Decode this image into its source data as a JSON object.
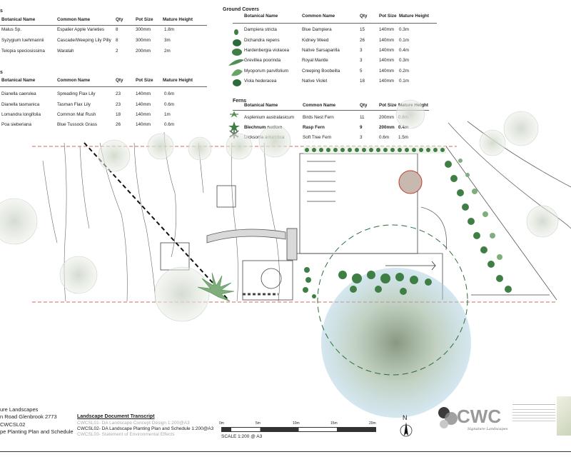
{
  "trees": {
    "title": "s",
    "headers": [
      "Botanical Name",
      "Common Name",
      "Qty",
      "Pot Size",
      "Mature Height"
    ],
    "rows": [
      [
        "Malus Sp.",
        "Espalier Apple Varieties",
        "8",
        "300mm",
        "1.8m"
      ],
      [
        "Syzygium luehmannii",
        "Cascade/Weeping Lily Pilly",
        "8",
        "300mm",
        "3m"
      ],
      [
        "Telopia speciosissima",
        "Waratah",
        "2",
        "200mm",
        "2m"
      ]
    ]
  },
  "grasses": {
    "title": "s",
    "headers": [
      "Botanical Name",
      "Common Name",
      "Qty",
      "Pot Size",
      "Mature Height"
    ],
    "rows": [
      [
        "Dianella caerulea",
        "Spreading Flax Lily",
        "23",
        "140mm",
        "0.6m"
      ],
      [
        "Dianella tasmanica",
        "Tasman Flax Lily",
        "23",
        "140mm",
        "0.6m"
      ],
      [
        "Lomandra longifolia",
        "Common Mat Rush",
        "18",
        "140mm",
        "1m"
      ],
      [
        "Poa sieberiana",
        "Blue Tussock Grass",
        "26",
        "140mm",
        "0.6m"
      ]
    ]
  },
  "ground_covers": {
    "title": "Ground Covers",
    "headers": [
      "Botanical Name",
      "Common Name",
      "Qty",
      "Pot Size",
      "Mature Height"
    ],
    "rows": [
      [
        "Dampiera stricta",
        "Blue Dampiera",
        "15",
        "140mm",
        "0.3m"
      ],
      [
        "Dichandra repens",
        "Kidney Weed",
        "26",
        "140mm",
        "0.1m"
      ],
      [
        "Hardenbergia violacea",
        "Native Sarsaparilla",
        "3",
        "140mm",
        "0.4m"
      ],
      [
        "Grevillea poorinda",
        "Royal Mantle",
        "3",
        "140mm",
        "0.3m"
      ],
      [
        "Myoporum parvifolium",
        "Creeping Boobeilla",
        "5",
        "140mm",
        "0.2m"
      ],
      [
        "Viola hederacea",
        "Native Violet",
        "18",
        "140mm",
        "0.1m"
      ]
    ]
  },
  "ferns": {
    "title": "Ferns",
    "headers": [
      "Botanical Name",
      "Common Name",
      "Qty",
      "Pot Size",
      "Mature Height"
    ],
    "rows": [
      [
        "Asplenium australasicum",
        "Birds Nest Fern",
        "11",
        "200mm",
        "0.8m"
      ],
      [
        "Blechnum nudum",
        "Rasp Fern",
        "9",
        "200mm",
        "0.4m"
      ],
      [
        "Dicksonia antarctica",
        "Soft Tree Fern",
        "3",
        "0.6m",
        "1.5m"
      ]
    ]
  },
  "title_block": {
    "company": "ure Landscapes",
    "address": "n Road Glenbrook 2773",
    "drawing_no": "CWCSL02",
    "drawing_title": "pe Planting Plan and Schedule"
  },
  "transcript": {
    "heading": "Landscape Document Transcript",
    "items": [
      "CWCSL01- DA Landscape Concept Design 1:200@A3",
      "CWCSL02- DA Landscape Planting Plan and Schedule 1:200@A3",
      "CWCSL03- Statement of Environmental Effects"
    ]
  },
  "scale": {
    "ticks": [
      "0m",
      "5m",
      "10m",
      "15m",
      "20m"
    ],
    "label": "SCALE 1:200 @ A3"
  },
  "north": "N",
  "logo": {
    "text": "CWC",
    "tagline": "Signature Landscapes"
  },
  "colors": {
    "accent": "#2e6b3a",
    "leaf": "#3f7f46",
    "light_leaf": "#7fae7c",
    "blue_wash": "#a9cfe0",
    "boundary": "#c0392b"
  }
}
